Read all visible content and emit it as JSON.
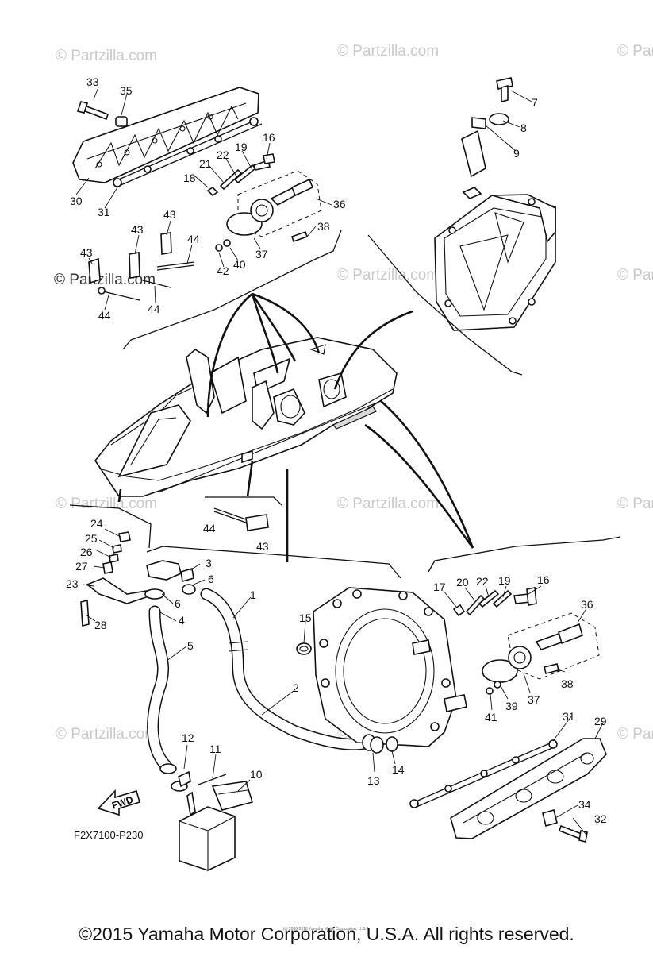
{
  "watermark": {
    "text": "© Partzilla.com",
    "prominent_text": "© Partzilla.com"
  },
  "diagram_code": "F2X7100-P230",
  "fwd_label": "FWD",
  "footer": {
    "copyright": "©2015 Yamaha Motor Corporation, U.S.A. All rights reserved.",
    "tiny_credit": "(c) 2006-2016 Yamaha Motor Corporation, U.S.A."
  },
  "callouts": {
    "c1": "1",
    "c2": "2",
    "c3": "3",
    "c4": "4",
    "c5": "5",
    "c6a": "6",
    "c6b": "6",
    "c7": "7",
    "c8": "8",
    "c9": "9",
    "c10": "10",
    "c11": "11",
    "c12": "12",
    "c13": "13",
    "c14": "14",
    "c15": "15",
    "c16a": "16",
    "c16b": "16",
    "c17": "17",
    "c18": "18",
    "c19a": "19",
    "c19b": "19",
    "c20": "20",
    "c21": "21",
    "c22a": "22",
    "c22b": "22",
    "c23": "23",
    "c24": "24",
    "c25": "25",
    "c26": "26",
    "c27": "27",
    "c28": "28",
    "c29": "29",
    "c30": "30",
    "c31a": "31",
    "c31b": "31",
    "c32": "32",
    "c33": "33",
    "c34": "34",
    "c35": "35",
    "c36a": "36",
    "c36b": "36",
    "c37a": "37",
    "c37b": "37",
    "c38a": "38",
    "c38b": "38",
    "c39": "39",
    "c40": "40",
    "c41": "41",
    "c42": "42",
    "c43a": "43",
    "c43b": "43",
    "c43c": "43",
    "c43d": "43",
    "c44a": "44",
    "c44b": "44",
    "c44c": "44",
    "c44d": "44"
  }
}
